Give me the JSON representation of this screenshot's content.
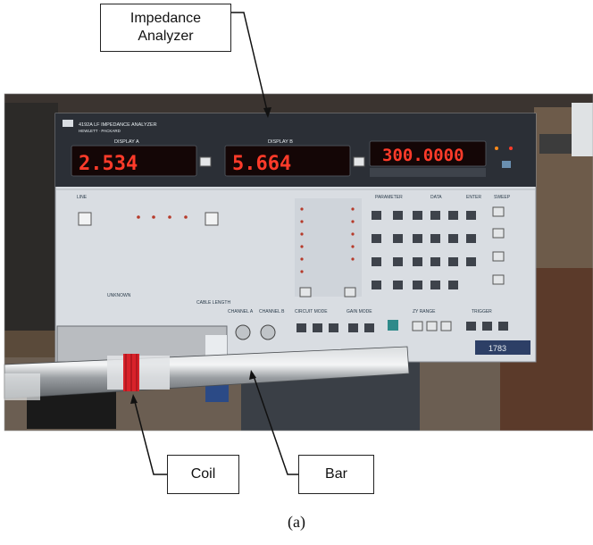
{
  "figure": {
    "caption": "(a)"
  },
  "callouts": {
    "impedance_analyzer": "Impedance\nAnalyzer",
    "coil": "Coil",
    "bar": "Bar"
  },
  "instrument": {
    "model_label": "4192A LF IMPEDANCE ANALYZER",
    "maker_label": "HEWLETT · PACKARD",
    "display_a_label": "DISPLAY A",
    "display_b_label": "DISPLAY B",
    "display_a_value": "2.534",
    "display_b_value": "5.664",
    "frequency_value": "300.0000",
    "line_label": "LINE",
    "parameter_label": "PARAMETER",
    "data_label": "DATA",
    "enter_label": "ENTER",
    "sweep_label": "SWEEP",
    "unknown_label": "UNKNOWN",
    "circuit_mode_label": "CIRCUIT MODE",
    "gain_mode_label": "GAIN MODE",
    "zy_range_label": "ZY RANGE",
    "trigger_label": "TRIGGER",
    "cable_length_label": "CABLE LENGTH",
    "channel_a_label": "CHANNEL A",
    "channel_b_label": "CHANNEL B",
    "asset_tag": "1783"
  },
  "colors": {
    "led_red": "#ff3b2a",
    "panel_face": "#d9dde2",
    "panel_dark": "#2b2f36",
    "coil_red": "#d8222a"
  }
}
